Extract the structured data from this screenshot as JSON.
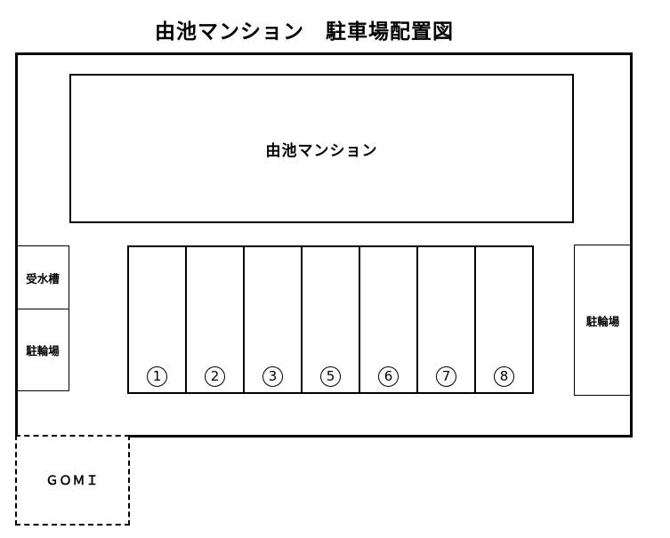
{
  "title": "由池マンション　駐車場配置図",
  "colors": {
    "line": "#000000",
    "background": "#ffffff"
  },
  "building": {
    "label": "由池マンション"
  },
  "left_column": {
    "water_tank_label": "受水槽",
    "bicycle_parking_label": "駐輪場"
  },
  "parking_row": {
    "spaces": [
      {
        "number": "1",
        "symbol": "①"
      },
      {
        "number": "2",
        "symbol": "②"
      },
      {
        "number": "3",
        "symbol": "③"
      },
      {
        "number": "5",
        "symbol": "⑤"
      },
      {
        "number": "6",
        "symbol": "⑥"
      },
      {
        "number": "7",
        "symbol": "⑦"
      },
      {
        "number": "8",
        "symbol": "⑧"
      }
    ]
  },
  "right_column": {
    "bicycle_parking_label": "駐輪場"
  },
  "garbage_area": {
    "label": "ＧＯＭＩ"
  }
}
